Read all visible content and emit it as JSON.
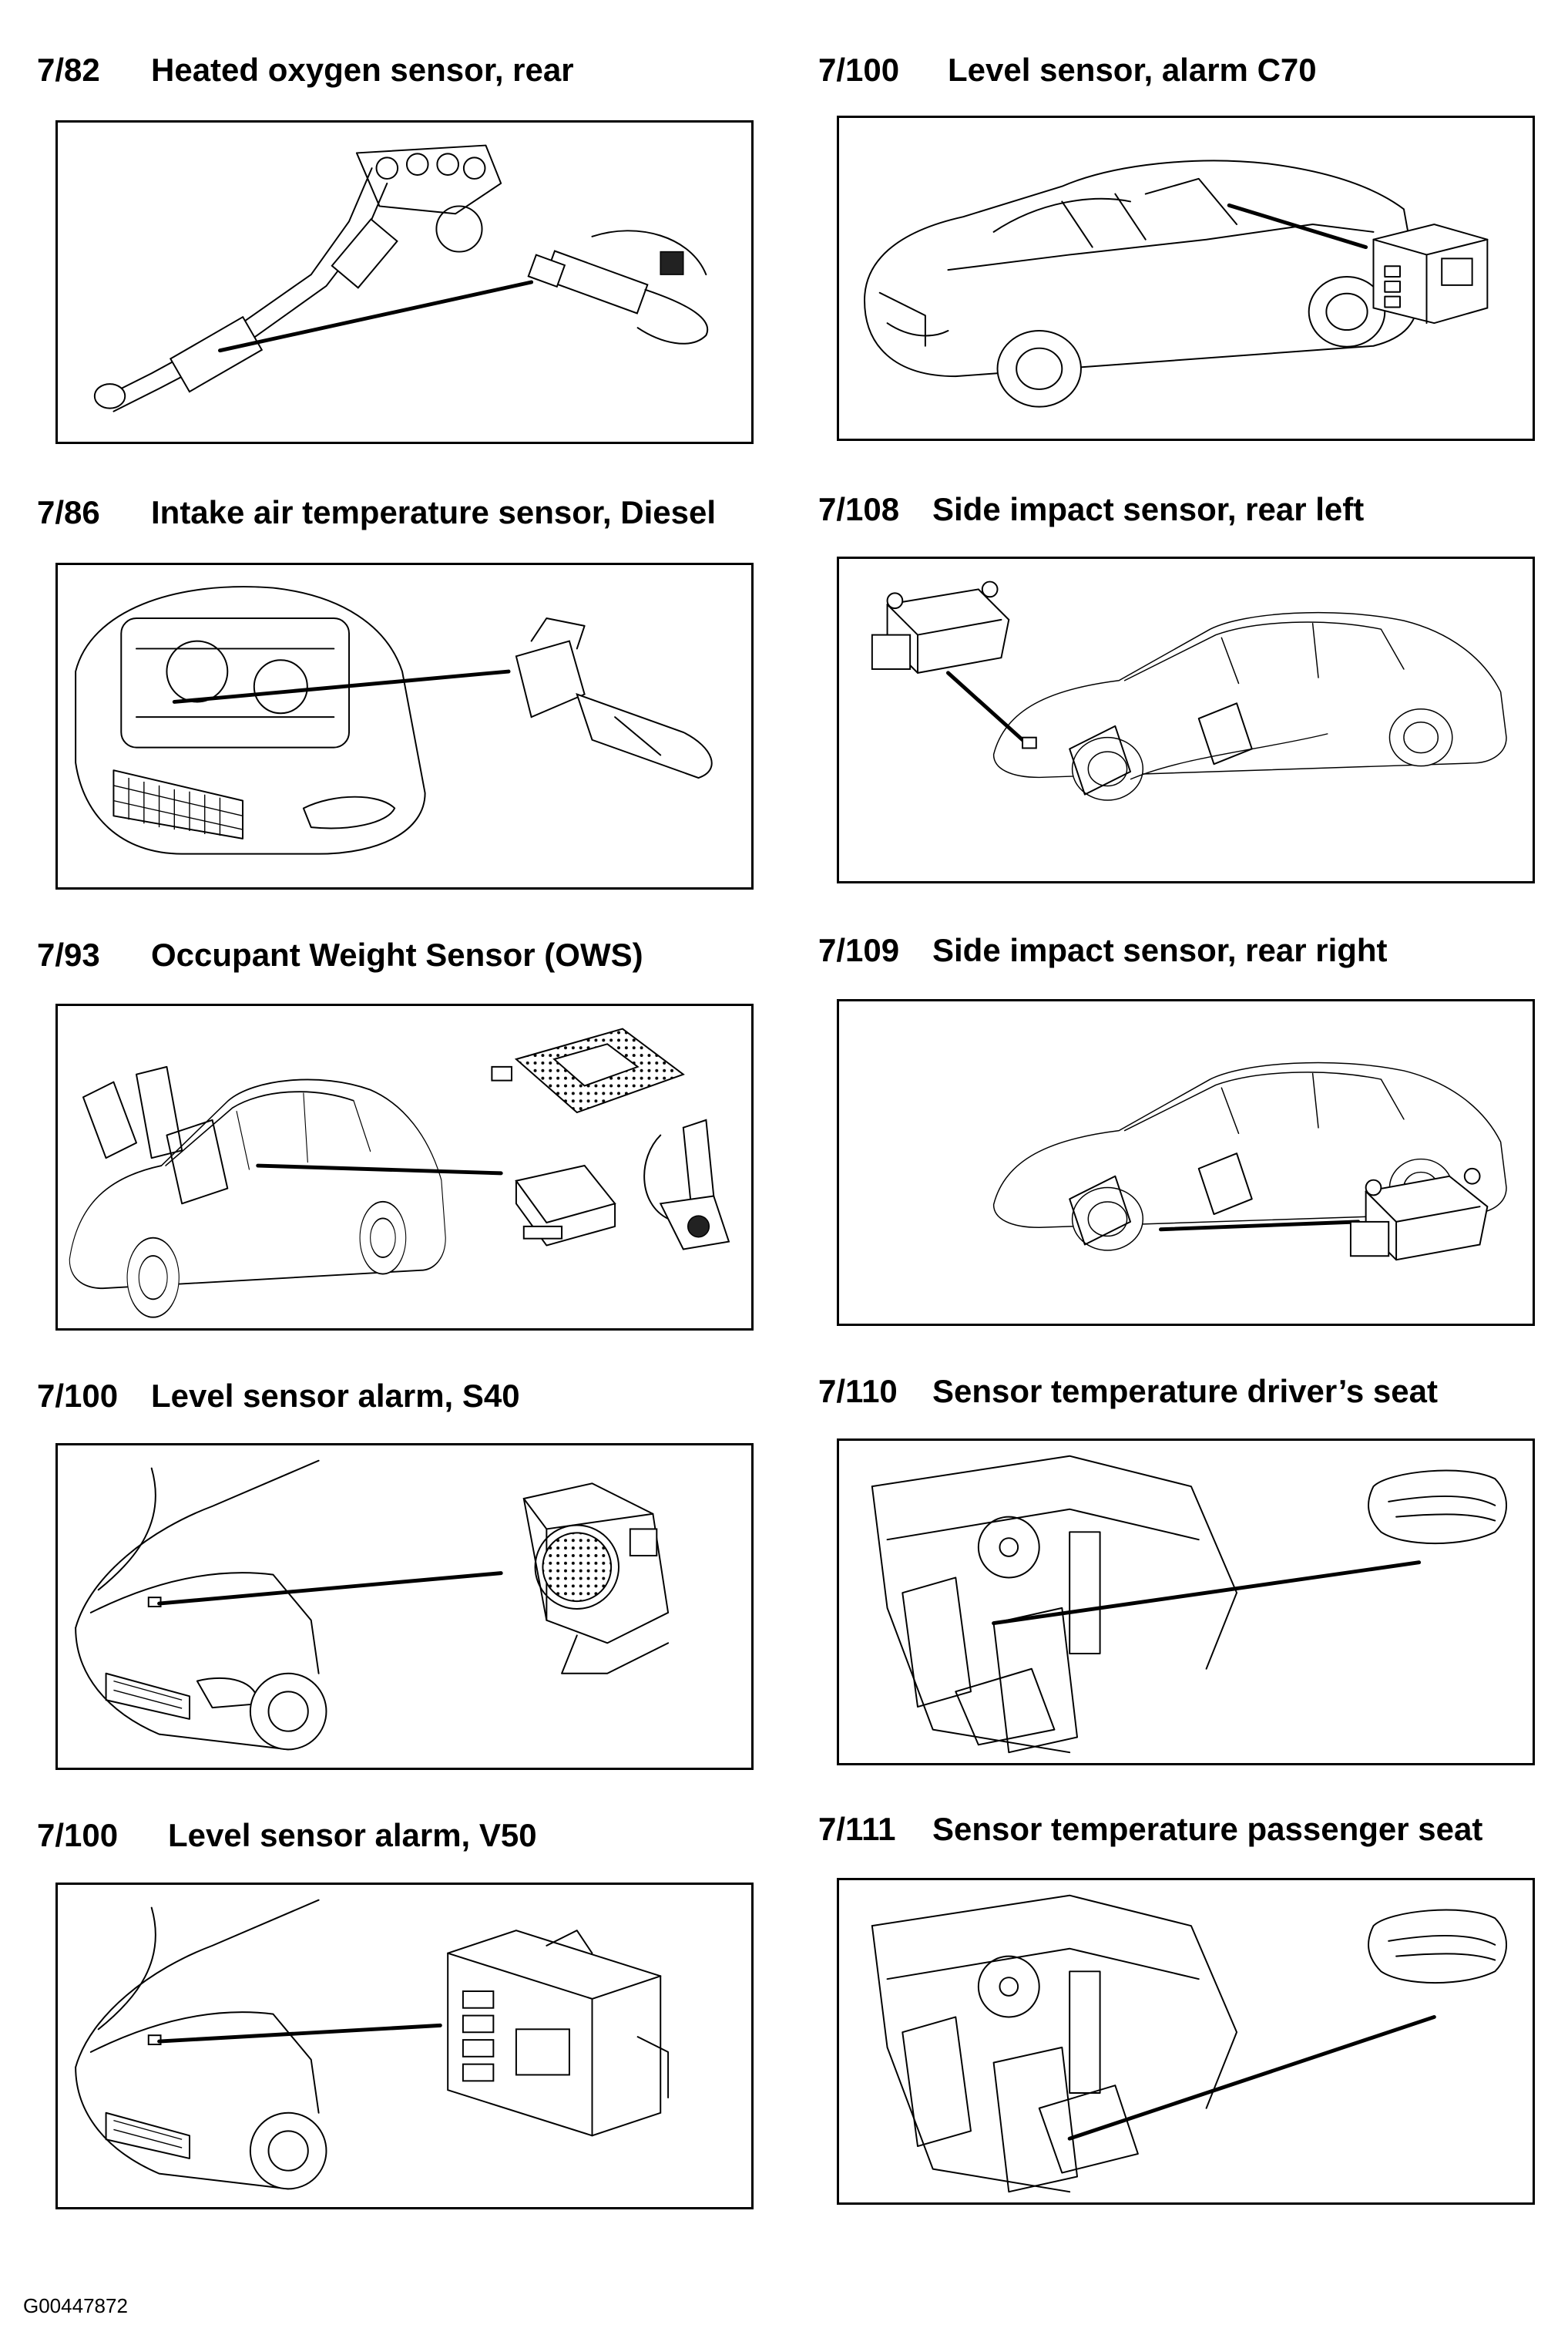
{
  "panels": [
    {
      "id": "p1",
      "number": "7/82",
      "title": "Heated oxygen sensor, rear"
    },
    {
      "id": "p2",
      "number": "7/100",
      "title": "Level sensor, alarm C70"
    },
    {
      "id": "p3",
      "number": "7/86",
      "title": "Intake air temperature sensor, Diesel"
    },
    {
      "id": "p4",
      "number": "7/108",
      "title": "Side impact sensor, rear left"
    },
    {
      "id": "p5",
      "number": "7/93",
      "title": "Occupant Weight Sensor (OWS)"
    },
    {
      "id": "p6",
      "number": "7/109",
      "title": "Side impact sensor, rear right"
    },
    {
      "id": "p7",
      "number": "7/100",
      "title": "Level sensor alarm, S40"
    },
    {
      "id": "p8",
      "number": "7/110",
      "title": "Sensor temperature driver’s seat"
    },
    {
      "id": "p9",
      "number": "7/100",
      "title": "Level sensor alarm, V50"
    },
    {
      "id": "p10",
      "number": "7/111",
      "title": "Sensor temperature passenger seat"
    }
  ],
  "footer": {
    "code": "G00447872"
  }
}
